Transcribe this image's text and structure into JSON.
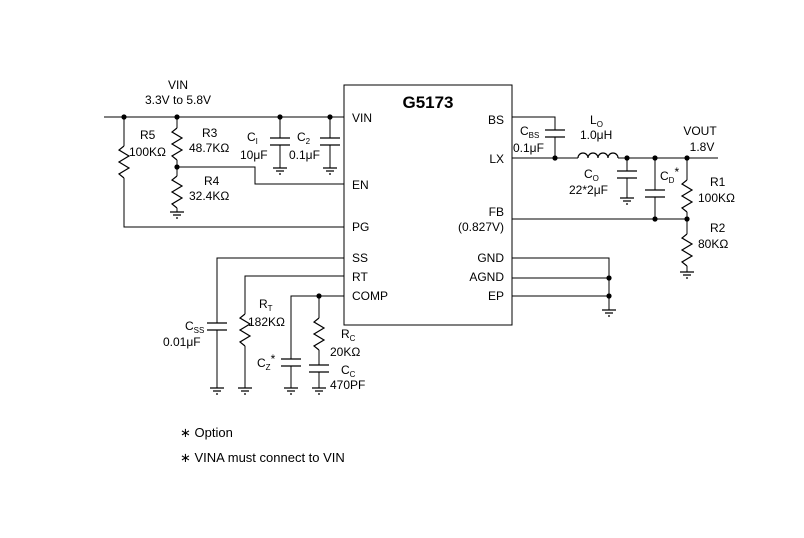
{
  "ic": {
    "name": "G5173",
    "pins_left": {
      "vin": "VIN",
      "en": "EN",
      "pg": "PG",
      "ss": "SS",
      "rt": "RT",
      "comp": "COMP"
    },
    "pins_right": {
      "bs": "BS",
      "lx": "LX",
      "fb": "FB",
      "fb_voltage": "(0.827V)",
      "gnd": "GND",
      "agnd": "AGND",
      "ep": "EP"
    }
  },
  "vin": {
    "label": "VIN",
    "range": "3.3V to 5.8V"
  },
  "vout": {
    "label": "VOUT",
    "value": "1.8V"
  },
  "components": {
    "r5": {
      "name": "R5",
      "value": "100KΩ"
    },
    "r3": {
      "name": "R3",
      "value": "48.7KΩ"
    },
    "r4": {
      "name": "R4",
      "value": "32.4KΩ"
    },
    "ci": {
      "main": "C",
      "sub": "I",
      "value": "10μF"
    },
    "c2": {
      "main": "C",
      "sub": "2",
      "value": "0.1μF"
    },
    "cbs": {
      "main": "C",
      "sub": "BS",
      "value": "0.1μF"
    },
    "lo": {
      "main": "L",
      "sub": "O",
      "value": "1.0μH"
    },
    "co": {
      "main": "C",
      "sub": "O",
      "value": "22*2μF"
    },
    "cd": {
      "main": "C",
      "sub": "D",
      "suffix": "*"
    },
    "r1": {
      "name": "R1",
      "value": "100KΩ"
    },
    "r2": {
      "name": "R2",
      "value": "80KΩ"
    },
    "css": {
      "main": "C",
      "sub": "SS",
      "value": "0.01μF"
    },
    "rt": {
      "main": "R",
      "sub": "T",
      "value": "182KΩ"
    },
    "cz": {
      "main": "C",
      "sub": "Z",
      "suffix": "*"
    },
    "rc": {
      "main": "R",
      "sub": "C",
      "value": "20KΩ"
    },
    "cc": {
      "main": "C",
      "sub": "C",
      "value": "470PF"
    }
  },
  "notes": {
    "option": "∗ Option",
    "vina": "∗ VINA must connect to VIN"
  }
}
